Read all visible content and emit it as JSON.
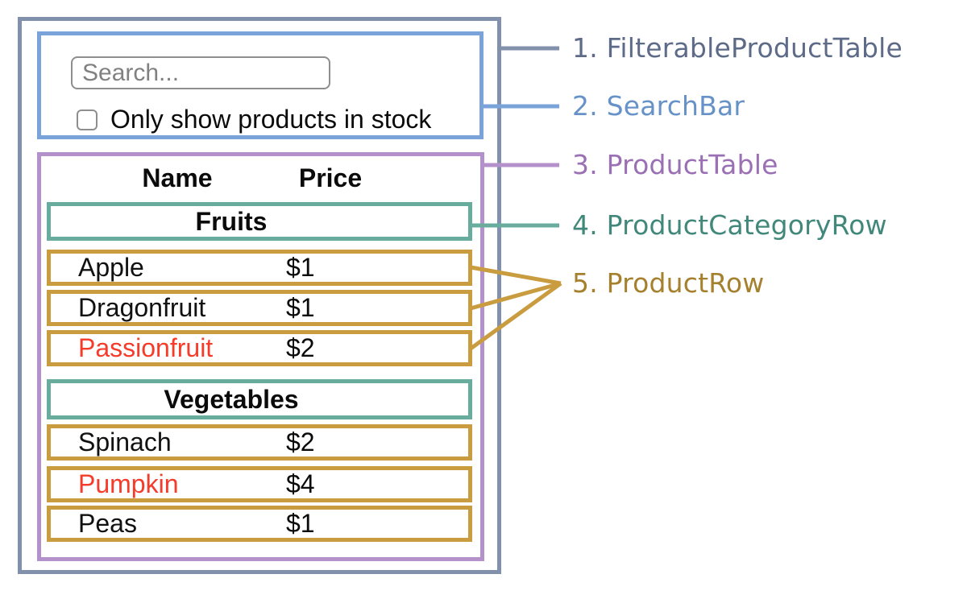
{
  "colors": {
    "frame": "#8291ab",
    "search": "#79a3d9",
    "table": "#b491cb",
    "category": "#67ac9d",
    "row": "#c99c3f",
    "out_of_stock_red": "#f53b2a",
    "text_black": "#111111"
  },
  "search_bar": {
    "placeholder": "Search...",
    "checkbox_label": "Only show products in stock",
    "checkbox_checked": false
  },
  "table": {
    "headers": [
      "Name",
      "Price"
    ],
    "sections": [
      {
        "category": "Fruits",
        "products": [
          {
            "name": "Apple",
            "price": "$1",
            "color": "#111111"
          },
          {
            "name": "Dragonfruit",
            "price": "$1",
            "color": "#111111"
          },
          {
            "name": "Passionfruit",
            "price": "$2",
            "color": "#f53b2a"
          }
        ]
      },
      {
        "category": "Vegetables",
        "products": [
          {
            "name": "Spinach",
            "price": "$2",
            "color": "#111111"
          },
          {
            "name": "Pumpkin",
            "price": "$4",
            "color": "#f53b2a"
          },
          {
            "name": "Peas",
            "price": "$1",
            "color": "#111111"
          }
        ]
      }
    ]
  },
  "legend": {
    "items": [
      {
        "label": "1. FilterableProductTable",
        "color": "#5d6b88"
      },
      {
        "label": "2. SearchBar",
        "color": "#6692c8"
      },
      {
        "label": "3. ProductTable",
        "color": "#9b6fb3"
      },
      {
        "label": "4. ProductCategoryRow",
        "color": "#41887a"
      },
      {
        "label": "5. ProductRow",
        "color": "#a5812d"
      }
    ]
  }
}
